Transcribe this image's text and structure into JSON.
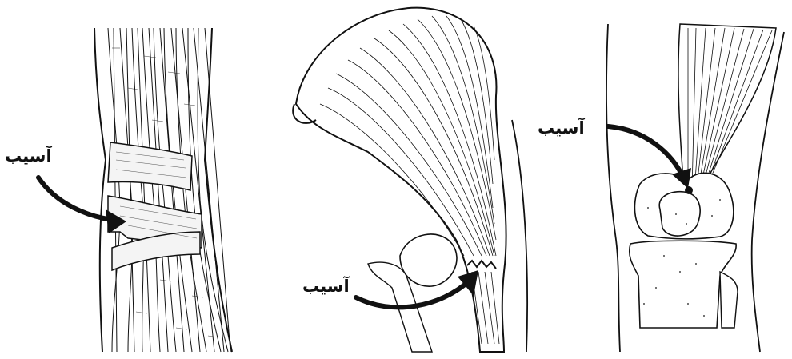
{
  "panels": [
    {
      "id": "wrist",
      "injury_label": "آسیب"
    },
    {
      "id": "shoulder",
      "injury_label": "آسیب"
    },
    {
      "id": "knee",
      "injury_label": "آسیب"
    }
  ],
  "colors": {
    "ink": "#111111",
    "paper": "#ffffff",
    "shade": "#e6e6e6"
  }
}
